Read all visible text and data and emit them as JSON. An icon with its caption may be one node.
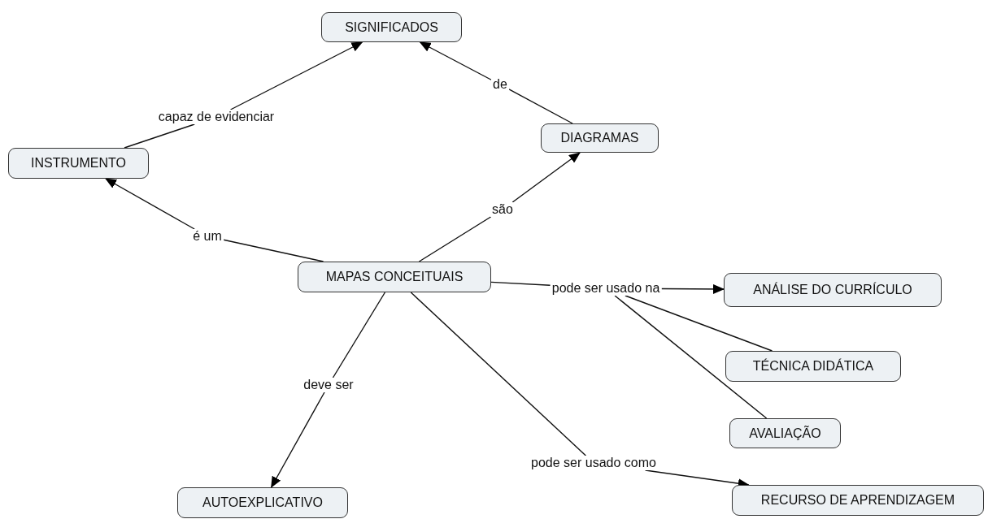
{
  "diagram": {
    "nodes": [
      {
        "text": [
          "SIGNIFICADOS"
        ]
      },
      {
        "text": [
          "capaz de evidenciar"
        ]
      },
      {
        "text": [
          "de"
        ]
      },
      {
        "text": [
          "INSTRUMENTO"
        ]
      },
      {
        "text": [
          "DIAGRAMAS"
        ]
      },
      {
        "text": [
          "são"
        ]
      },
      {
        "text": [
          "é um"
        ]
      },
      {
        "text": [
          "MAPAS CONCEITUAIS"
        ]
      },
      {
        "text": [
          "pode ser usado na"
        ]
      },
      {
        "text": [
          "ANÁLISE DO CURRÍCULO"
        ]
      },
      {
        "text": [
          "TÉCNICA DIDÁTICA"
        ]
      },
      {
        "text": [
          "deve ser"
        ]
      },
      {
        "text": [
          "AVALIAÇÃO"
        ]
      },
      {
        "text": [
          "pode ser usado como"
        ]
      },
      {
        "text": [
          "AUTOEXPLICATIVO"
        ]
      },
      {
        "text": [
          "RECURSO DE APRENDIZAGEM"
        ]
      }
    ],
    "edges": [
      {
        "from": 3,
        "to": 1,
        "arrow": "none"
      },
      {
        "from": 1,
        "to": 0,
        "arrow": "to"
      },
      {
        "from": 4,
        "to": 2,
        "arrow": "none"
      },
      {
        "from": 2,
        "to": 0,
        "arrow": "to"
      },
      {
        "from": 7,
        "to": 6,
        "arrow": "none"
      },
      {
        "from": 6,
        "to": 3,
        "arrow": "to"
      },
      {
        "from": 7,
        "to": 5,
        "arrow": "none"
      },
      {
        "from": 5,
        "to": 4,
        "arrow": "to"
      },
      {
        "from": 7,
        "to": 8,
        "arrow": "none"
      },
      {
        "from": 8,
        "to": 9,
        "arrow": "to"
      },
      {
        "from": 8,
        "to": 10,
        "arrow": "none"
      },
      {
        "from": 8,
        "to": 12,
        "arrow": "none"
      },
      {
        "from": 7,
        "to": 11,
        "arrow": "none"
      },
      {
        "from": 11,
        "to": 14,
        "arrow": "to"
      },
      {
        "from": 7,
        "to": 13,
        "arrow": "none"
      },
      {
        "from": 13,
        "to": 15,
        "arrow": "to"
      }
    ]
  }
}
